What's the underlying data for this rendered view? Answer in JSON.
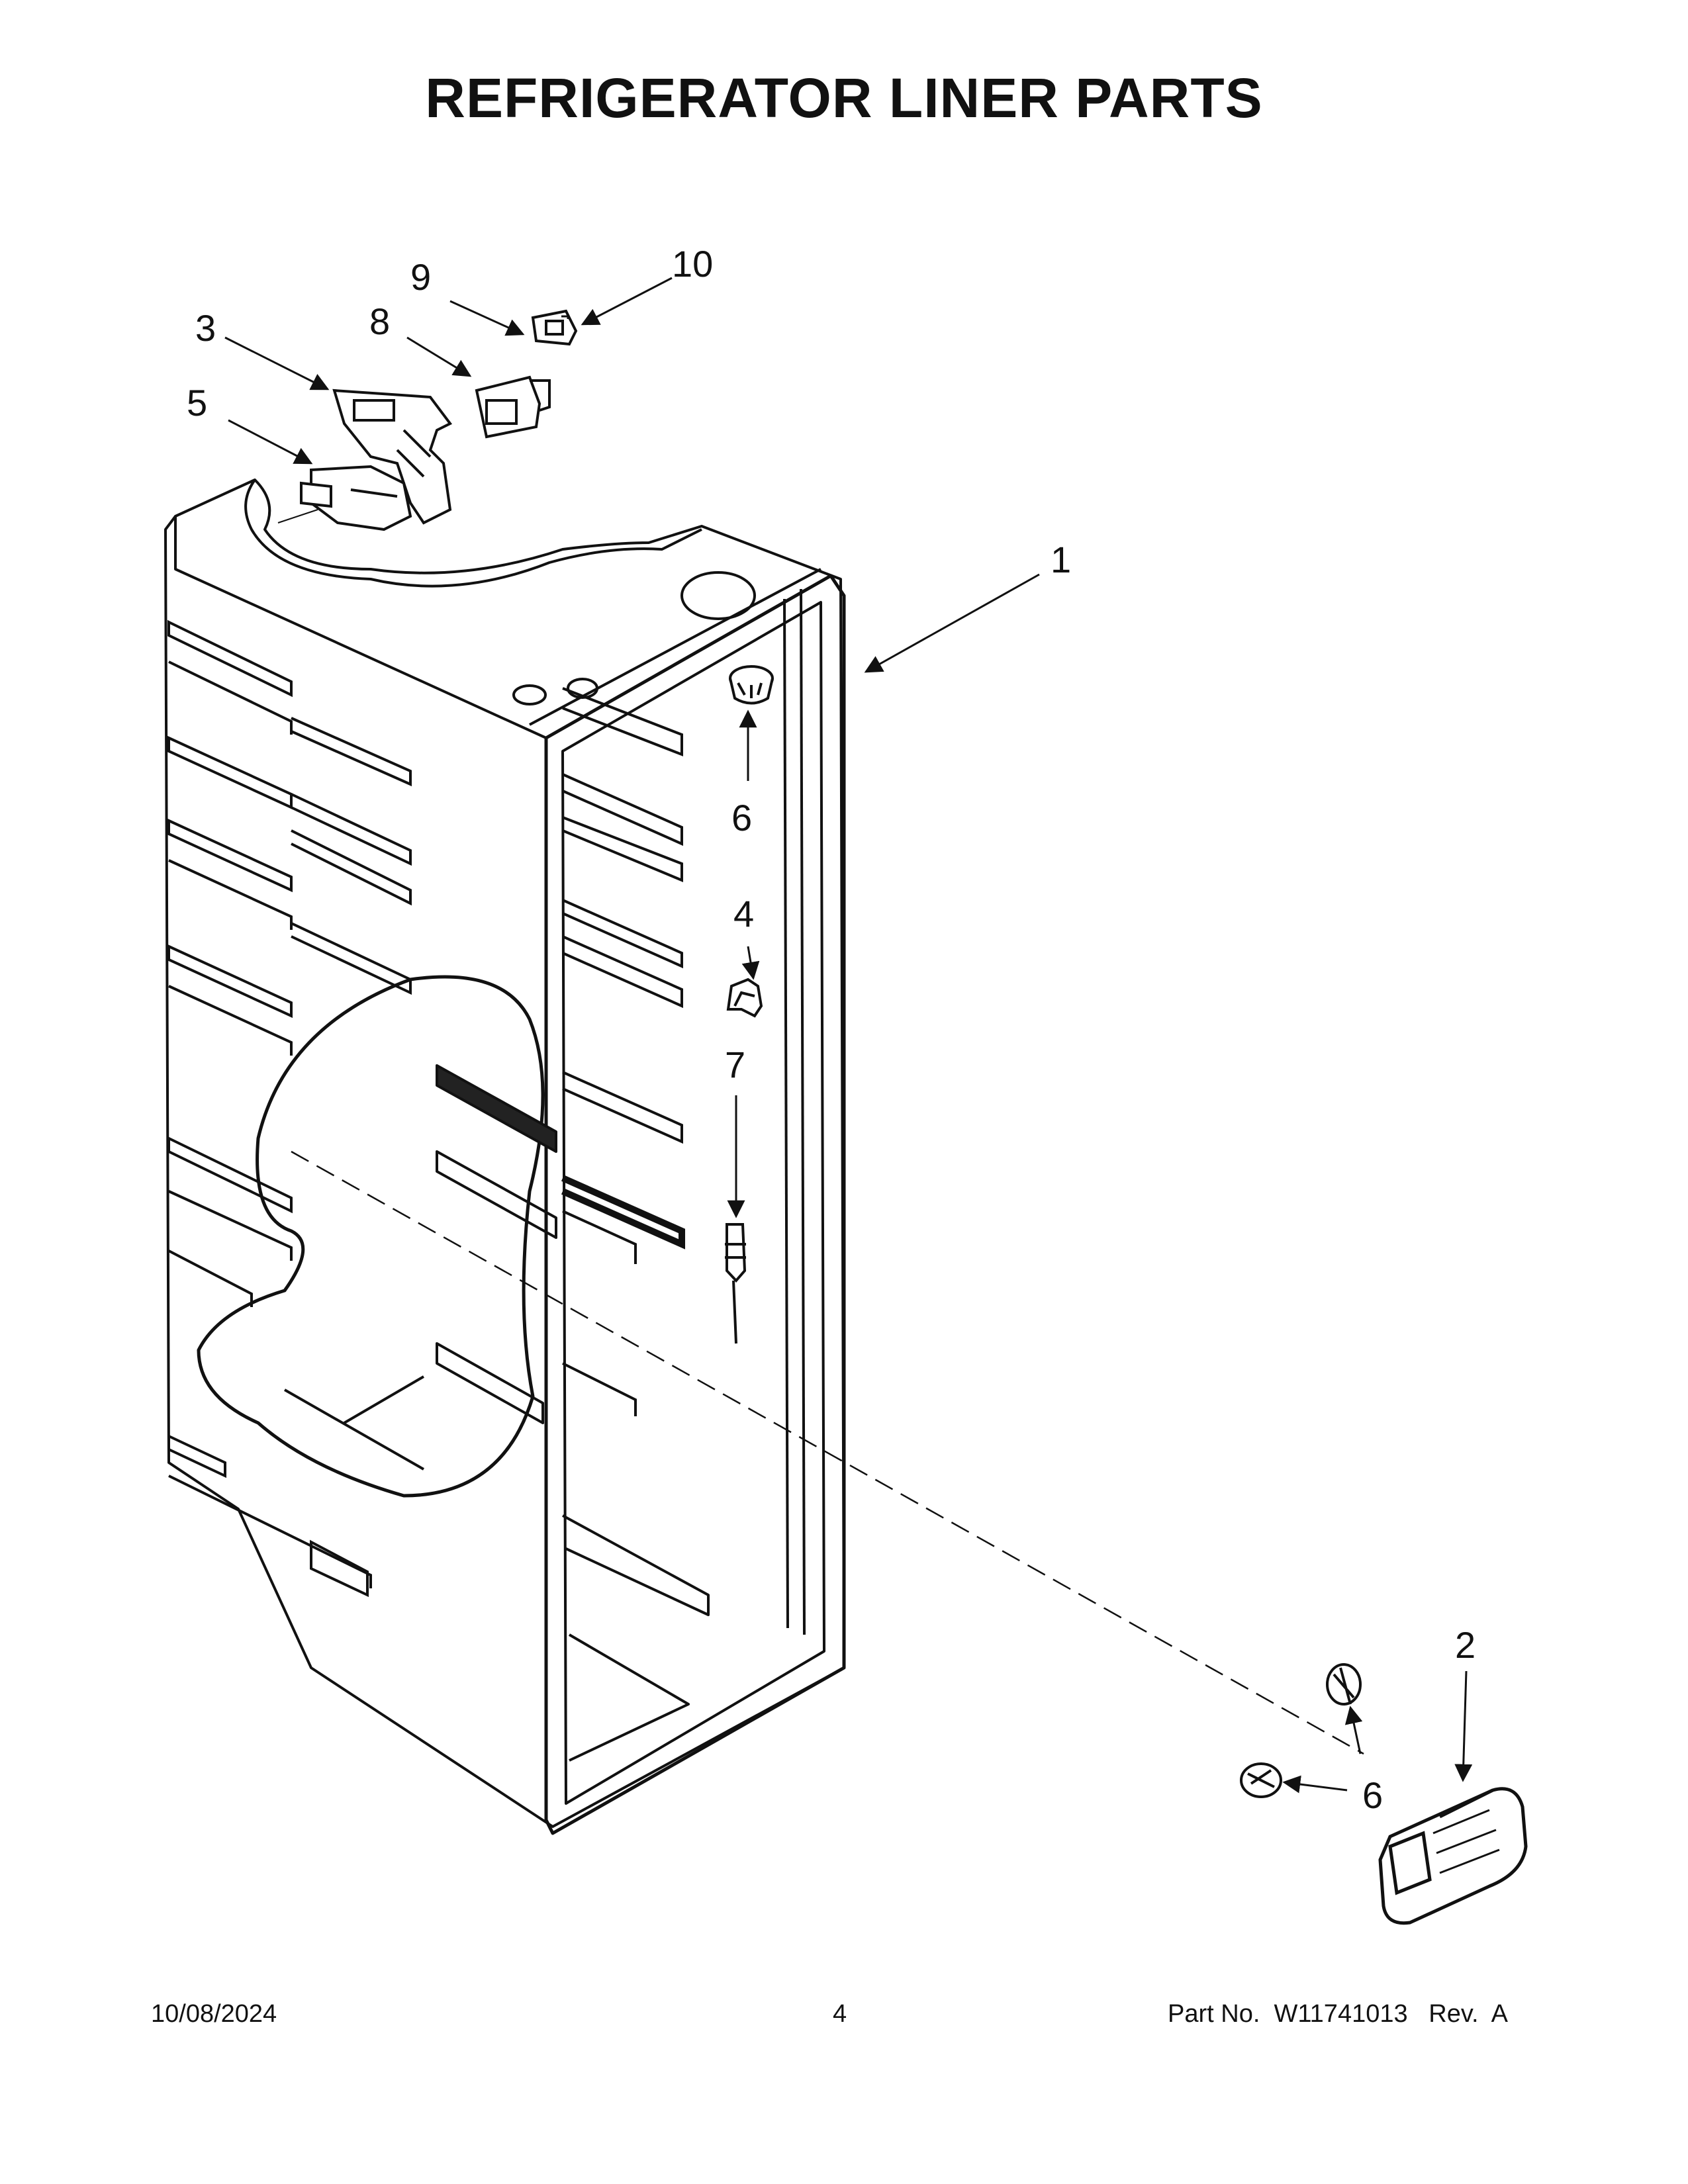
{
  "page": {
    "title": "REFRIGERATOR LINER PARTS"
  },
  "callouts": [
    {
      "id": "c1",
      "label": "1"
    },
    {
      "id": "c2",
      "label": "2"
    },
    {
      "id": "c3",
      "label": "3"
    },
    {
      "id": "c4",
      "label": "4"
    },
    {
      "id": "c5",
      "label": "5"
    },
    {
      "id": "c6a",
      "label": "6"
    },
    {
      "id": "c6b",
      "label": "6"
    },
    {
      "id": "c7",
      "label": "7"
    },
    {
      "id": "c8",
      "label": "8"
    },
    {
      "id": "c9",
      "label": "9"
    },
    {
      "id": "c10",
      "label": "10"
    }
  ],
  "footer": {
    "date": "10/08/2024",
    "page_number": "4",
    "part_number": "Part No.  W11741013   Rev.  A"
  }
}
